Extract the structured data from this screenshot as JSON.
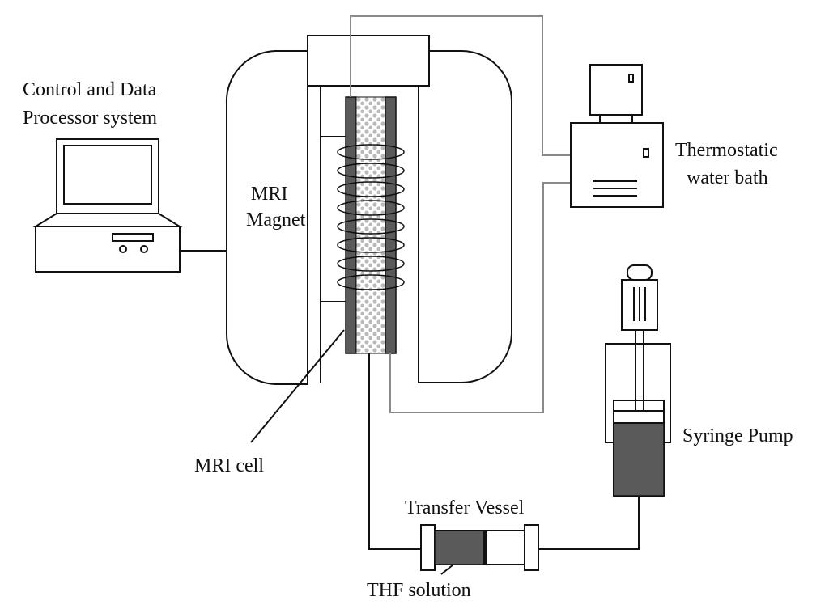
{
  "labels": {
    "computer_line1": "Control and Data",
    "computer_line2": "Processor system",
    "magnet_line1": "MRI",
    "magnet_line2": "Magnet",
    "water_bath_line1": "Thermostatic",
    "water_bath_line2": "water bath",
    "syringe_pump": "Syringe Pump",
    "mri_cell": "MRI cell",
    "transfer_vessel": "Transfer Vessel",
    "thf_solution": "THF solution"
  },
  "colors": {
    "outline": "#111111",
    "fill_dark": "#5a5a5a",
    "water_line": "#8a8a8a",
    "sample_bead": "#b9b9b9"
  }
}
